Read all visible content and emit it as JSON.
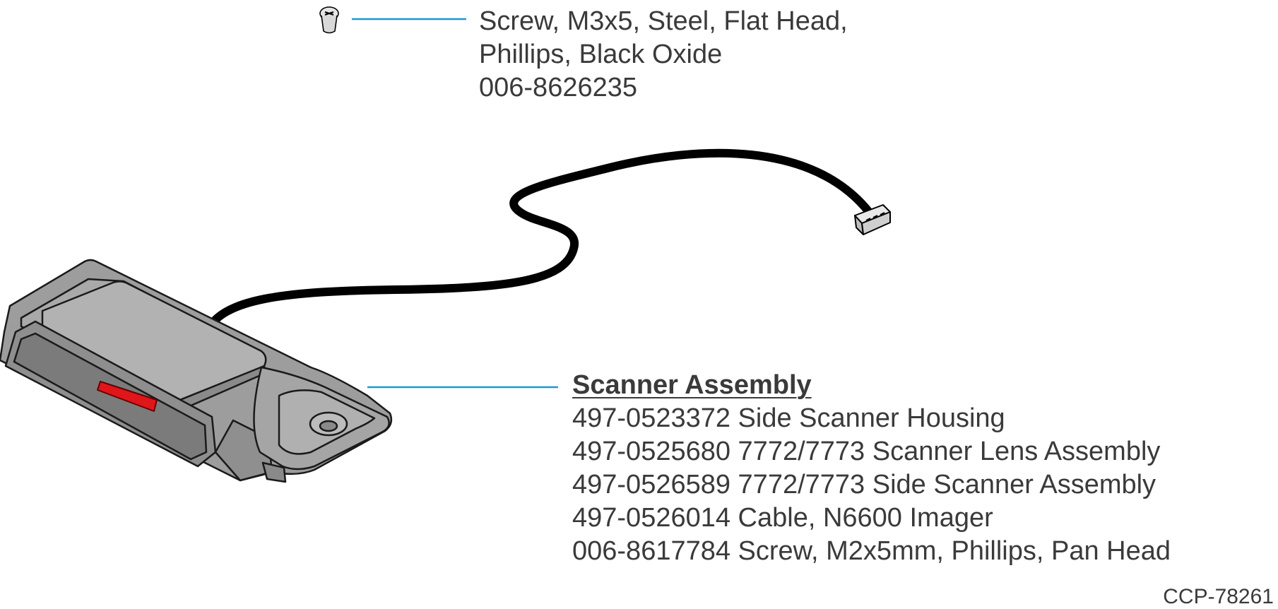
{
  "screw_callout": {
    "lines": [
      "Screw, M3x5, Steel, Flat Head,",
      "Phillips, Black Oxide",
      "006-8626235"
    ]
  },
  "scanner_callout": {
    "heading": "Scanner Assembly",
    "items": [
      "497-0523372 Side Scanner Housing",
      "497-0525680 7772/7773 Scanner Lens Assembly",
      "497-0526589 7772/7773 Side Scanner Assembly",
      "497-0526014 Cable, N6600 Imager",
      "006-8617784 Screw, M2x5mm, Phillips, Pan Head"
    ]
  },
  "drawing_id": "CCP-78261",
  "colors": {
    "leader_line": "#1a9ad6",
    "housing": "#9b9b9b",
    "lens": "#e0161b",
    "cable": "#000000",
    "text": "#3a3a3a"
  },
  "icons": [
    "screw-icon",
    "scanner-housing-icon",
    "cable-icon",
    "connector-icon"
  ]
}
